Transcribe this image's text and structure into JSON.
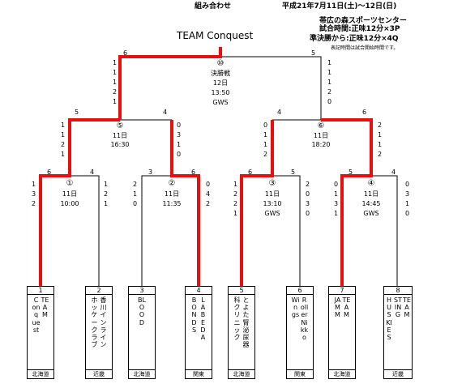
{
  "header": {
    "title": "組み合わせ",
    "date": "平成21年7月11日(土)～12日(日)",
    "venue": "帯広の森スポーツセンター",
    "time1": "試合時間:正味12分×3P",
    "time2": "準決勝から:正味12分×4Q",
    "note": "表記時間は試合開始時間です。"
  },
  "champion": "TEAM Conquest",
  "teams": [
    {
      "num": "1",
      "cols": [
        "TEAM",
        "Conquest"
      ],
      "region": "北海道"
    },
    {
      "num": "2",
      "cols": [
        "香川インライン",
        "ホッケークラブ"
      ],
      "region": "近畿"
    },
    {
      "num": "3",
      "cols": [
        "BLOOD"
      ],
      "region": "北海道"
    },
    {
      "num": "4",
      "cols": [
        "LABEDA",
        "BONDS"
      ],
      "region": "関東"
    },
    {
      "num": "5",
      "cols": [
        "とよた腎泌尿器",
        "科クリニック"
      ],
      "region": "北海道"
    },
    {
      "num": "6",
      "cols": [
        "Roller Nikko",
        "Wings"
      ],
      "region": "関東"
    },
    {
      "num": "7",
      "cols": [
        "TEAM",
        "JAMM"
      ],
      "region": "北海道"
    },
    {
      "num": "8",
      "cols": [
        "TEAM",
        "STING",
        "HUSKIES"
      ],
      "region": "近畿"
    }
  ],
  "matches": {
    "m1": {
      "label": "①",
      "day": "11日",
      "time": "10:00",
      "venue": "",
      "left_total": "6",
      "right_total": "4",
      "left_periods": [
        "1",
        "3",
        "2"
      ],
      "right_periods": [
        "1",
        "2",
        "1"
      ]
    },
    "m2": {
      "label": "②",
      "day": "11日",
      "time": "11:35",
      "venue": "",
      "left_total": "3",
      "right_total": "6",
      "left_periods": [
        "2",
        "1",
        "0"
      ],
      "right_periods": [
        "0",
        "4",
        "2"
      ]
    },
    "m3": {
      "label": "③",
      "day": "11日",
      "time": "13:10",
      "venue": "GWS",
      "left_total": "6",
      "right_total": "5",
      "left_periods": [
        "1",
        "2",
        "2",
        "1"
      ],
      "right_periods": [
        "2",
        "0",
        "3",
        "0"
      ]
    },
    "m4": {
      "label": "④",
      "day": "11日",
      "time": "14:45",
      "venue": "GWS",
      "left_total": "5",
      "right_total": "4",
      "left_periods": [
        "0",
        "1",
        "3",
        "1"
      ],
      "right_periods": [
        "0",
        "3",
        "1",
        "0"
      ]
    },
    "m5": {
      "label": "⑤",
      "day": "11日",
      "time": "16:30",
      "venue": "",
      "left_total": "5",
      "right_total": "4",
      "left_periods": [
        "1",
        "1",
        "2",
        "1"
      ],
      "right_periods": [
        "0",
        "3",
        "1",
        "0"
      ]
    },
    "m6": {
      "label": "⑥",
      "day": "11日",
      "time": "18:20",
      "venue": "",
      "left_total": "4",
      "right_total": "6",
      "left_periods": [
        "0",
        "1",
        "1",
        "2"
      ],
      "right_periods": [
        "2",
        "1",
        "1",
        "2"
      ]
    },
    "final": {
      "label": "⑩",
      "name": "決勝戦",
      "day": "12日",
      "time": "13:50",
      "venue": "GWS",
      "left_total": "6",
      "right_total": "5",
      "left_periods": [
        "1",
        "1",
        "1",
        "2",
        "1"
      ],
      "right_periods": [
        "1",
        "1",
        "1",
        "2",
        "0"
      ]
    }
  },
  "colors": {
    "win": "#e8100f",
    "line": "#000000"
  }
}
